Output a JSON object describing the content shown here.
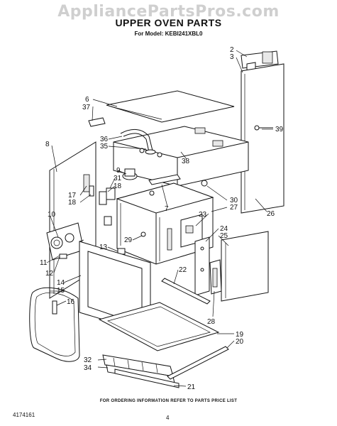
{
  "watermark": "AppliancePartsPros.com",
  "title": "UPPER OVEN PARTS",
  "model_line": "For Model: KEBI241XBL0",
  "footer_note": "FOR ORDERING INFORMATION REFER TO PARTS PRICE LIST",
  "doc_number": "4174161",
  "page_number": "4",
  "callouts": [
    "2",
    "3",
    "6",
    "37",
    "39",
    "8",
    "36",
    "35",
    "38",
    "9",
    "31",
    "18",
    "17",
    "18",
    "7",
    "30",
    "27",
    "26",
    "10",
    "23",
    "24",
    "25",
    "13",
    "29",
    "12",
    "11",
    "14",
    "15",
    "22",
    "16",
    "28",
    "19",
    "20",
    "32",
    "34",
    "21"
  ]
}
